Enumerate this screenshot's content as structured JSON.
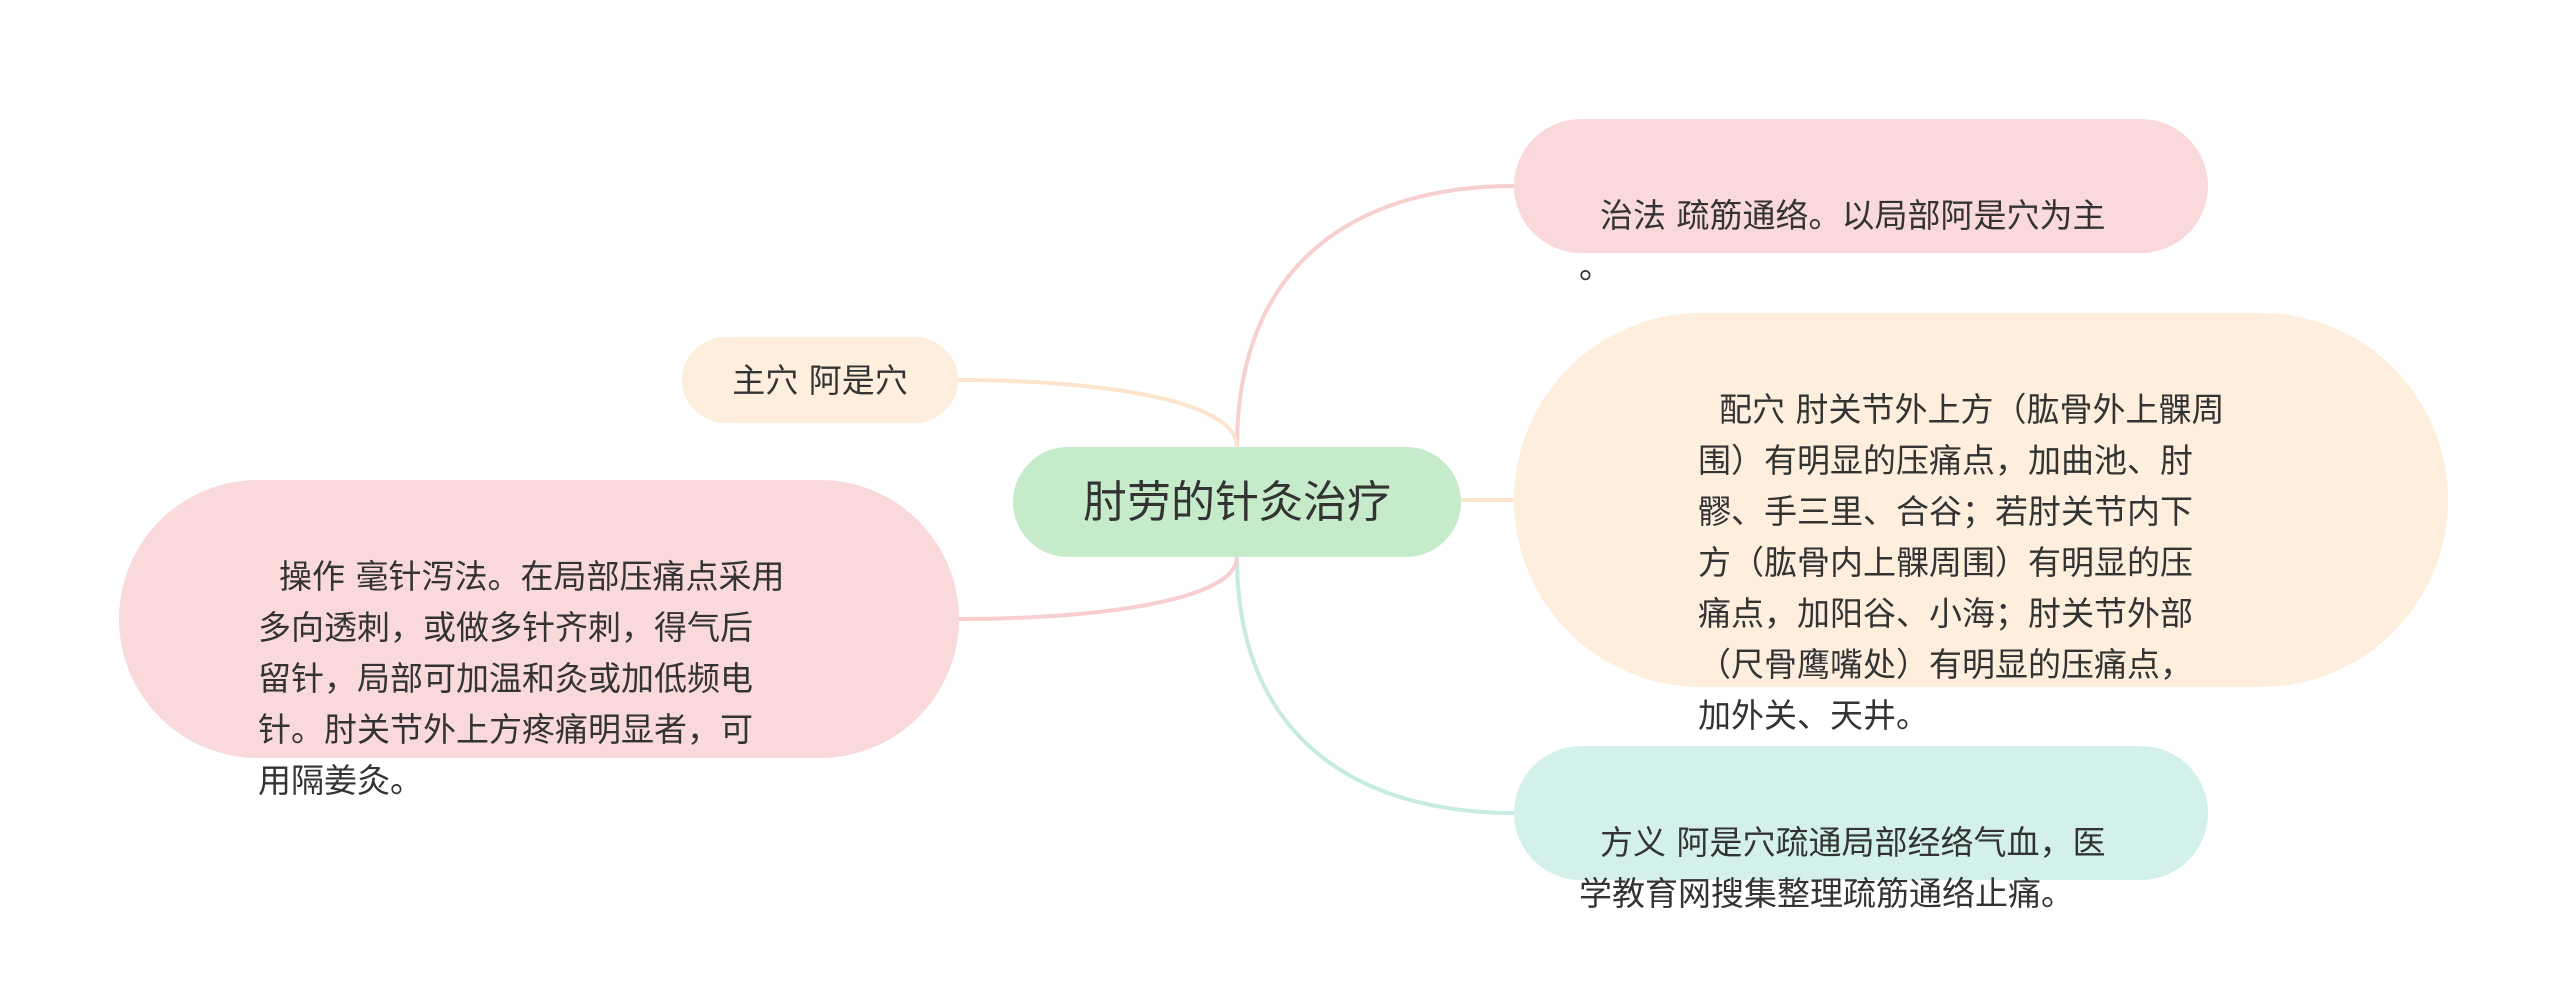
{
  "map": {
    "center": "肘劳的针灸治疗",
    "right_nodes": {
      "zhifa": "治法 疏筋通络。以局部阿是穴为主\n。",
      "peixue": "配穴 肘关节外上方（肱骨外上髁周\n围）有明显的压痛点，加曲池、肘\n髎、手三里、合谷；若肘关节内下\n方（肱骨内上髁周围）有明显的压\n痛点，加阳谷、小海；肘关节外部\n（尺骨鹰嘴处）有明显的压痛点，\n加外关、天井。",
      "fangyi": "方义 阿是穴疏通局部经络气血，医\n学教育网搜集整理疏筋通络止痛。"
    },
    "left_nodes": {
      "zhuxue": "主穴 阿是穴",
      "caozuo": "操作 毫针泻法。在局部压痛点采用\n多向透刺，或做多针齐刺，得气后\n留针，局部可加温和灸或加低频电\n针。肘关节外上方疼痛明显者，可\n用隔姜灸。"
    }
  },
  "colors": {
    "center": "#c5ebcb",
    "pink": "#f9d9d9",
    "cream": "#fdeedd",
    "mint": "#d3f1ea"
  }
}
